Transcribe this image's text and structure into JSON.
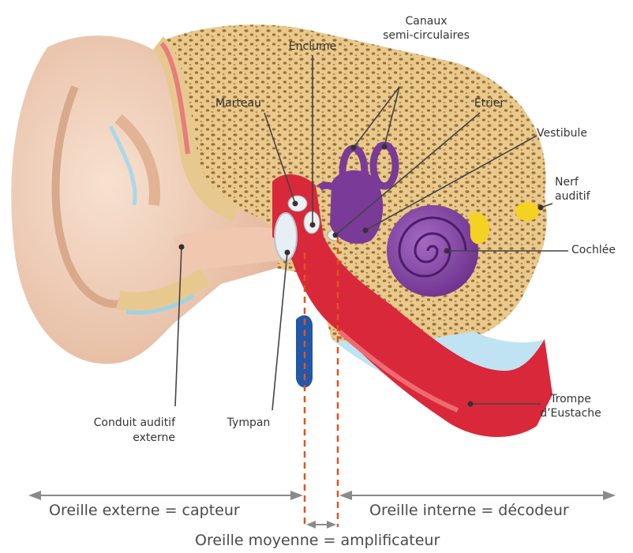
{
  "labels": {
    "enclume": "Enclume",
    "canaux_line1": "Canaux",
    "canaux_line2": "semi-circulaires",
    "marteau": "Marteau",
    "etrier": "Étrier",
    "vestibule": "Vestibule",
    "nerf_line1": "Nerf",
    "nerf_line2": "auditif",
    "cochlee": "Cochlée",
    "trompe_line1": "Trompe",
    "trompe_line2": "d’Eustache",
    "conduit_line1": "Conduit auditif",
    "conduit_line2": "externe",
    "tympan": "Tympan"
  },
  "zones": {
    "externe": "Oreille externe = capteur",
    "interne": "Oreille interne = décodeur",
    "moyenne": "Oreille moyenne = amplificateur"
  },
  "colors": {
    "skin": "#f2d5c2",
    "skin_shadow": "#e3b59a",
    "bone": "#e7c98f",
    "bone_pore": "#a67c45",
    "middle_ear": "#d9283a",
    "inner_ear": "#7a3a98",
    "nerve": "#f3d222",
    "vein": "#2357a8",
    "fluid": "#bfe3f2",
    "dashed": "#e0531f",
    "arrow": "#8a8a8a",
    "leader": "#444444"
  }
}
